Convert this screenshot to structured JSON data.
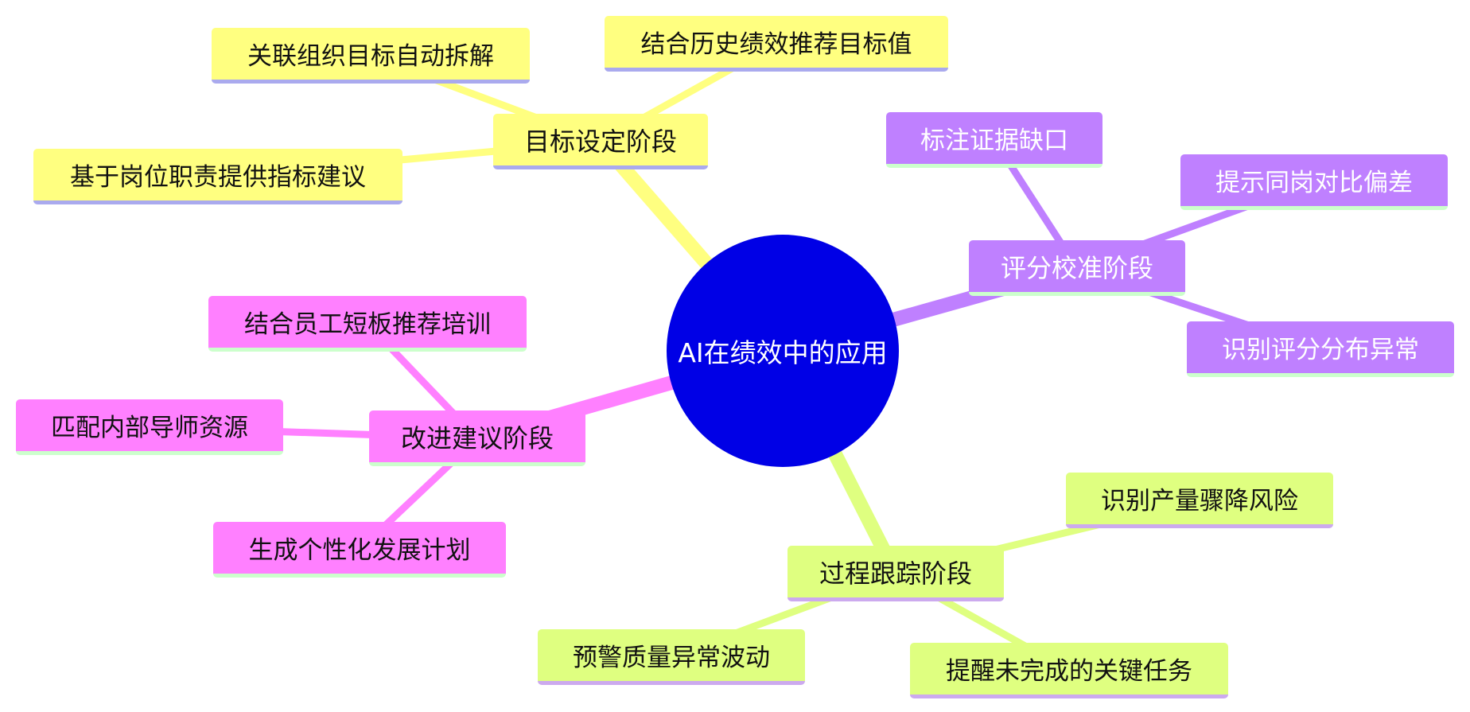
{
  "root": {
    "label": "AI在绩效中的应用",
    "color": "#0000E6"
  },
  "branches": [
    {
      "key": "goal",
      "label": "目标设定阶段",
      "color": "#FFFF80",
      "line": "#FFFF80",
      "border": "#AAAAEE",
      "leaves": [
        "关联组织目标自动拆解",
        "结合历史绩效推荐目标值",
        "基于岗位职责提供指标建议"
      ]
    },
    {
      "key": "calib",
      "label": "评分校准阶段",
      "color": "#BF80FF",
      "line": "#BF80FF",
      "border": "#CCFFCC",
      "leaves": [
        "标注证据缺口",
        "提示同岗对比偏差",
        "识别评分分布异常"
      ]
    },
    {
      "key": "improve",
      "label": "改进建议阶段",
      "color": "#FF80FF",
      "line": "#FF80FF",
      "border": "#CCFFCC",
      "leaves": [
        "结合员工短板推荐培训",
        "匹配内部导师资源",
        "生成个性化发展计划"
      ]
    },
    {
      "key": "track",
      "label": "过程跟踪阶段",
      "color": "#DFFF80",
      "line": "#DFFF80",
      "border": "#CCAAEE",
      "leaves": [
        "识别产量骤降风险",
        "预警质量异常波动",
        "提醒未完成的关键任务"
      ]
    }
  ]
}
